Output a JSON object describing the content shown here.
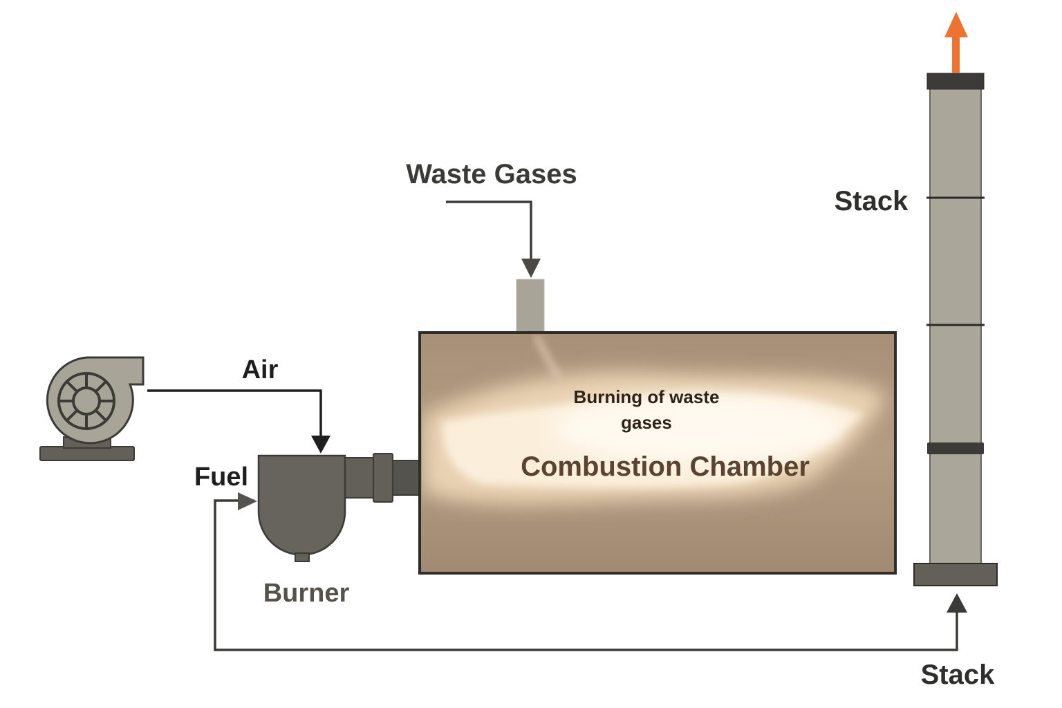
{
  "labels": {
    "waste_gases": "Waste Gases",
    "air": "Air",
    "fuel": "Fuel",
    "burner": "Burner",
    "stack_top": "Stack",
    "stack_bottom": "Stack",
    "chamber_sub_line1": "Burning of waste",
    "chamber_sub_line2": "gases",
    "chamber_title": "Combustion Chamber"
  },
  "components": {
    "blower": "blower-fan",
    "burner": "burner",
    "combustion_chamber": "combustion-chamber",
    "waste_gas_inlet": "waste-gas-inlet-pipe",
    "stack": "exhaust-stack"
  },
  "colors": {
    "exhaust_arrow": "#ec7330",
    "equipment_dark": "#626059",
    "equipment_light": "#a8a498",
    "outline": "#3b3a36",
    "flow_line": "#1e1e1e",
    "label_text": "#3a3a36",
    "chamber_bg": "#a28a72",
    "chamber_title_text": "#5a4330",
    "chamber_sub_text": "#2e2218"
  }
}
